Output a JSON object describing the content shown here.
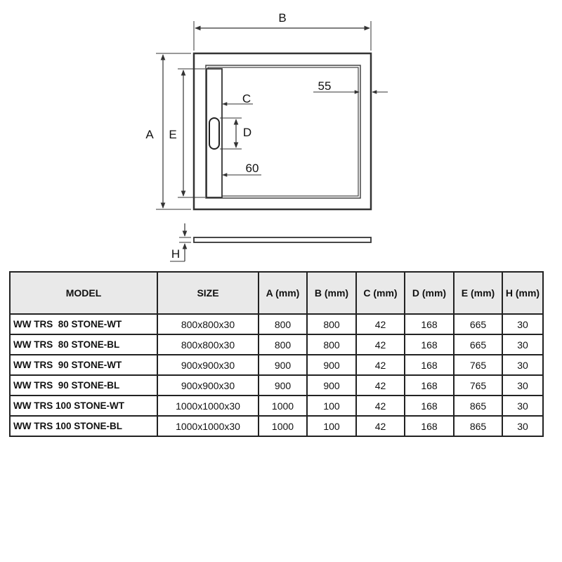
{
  "drawing": {
    "label_b": "B",
    "label_a": "A",
    "label_e": "E",
    "label_c": "C",
    "label_d": "D",
    "label_h": "H",
    "dim_55": "55",
    "dim_60": "60"
  },
  "table": {
    "headers": [
      "MODEL",
      "SIZE",
      "A (mm)",
      "B (mm)",
      "C (mm)",
      "D (mm)",
      "E (mm)",
      "H (mm)"
    ],
    "rows": [
      [
        "WW TRS  80 STONE-WT",
        "800x800x30",
        "800",
        "800",
        "42",
        "168",
        "665",
        "30"
      ],
      [
        "WW TRS  80 STONE-BL",
        "800x800x30",
        "800",
        "800",
        "42",
        "168",
        "665",
        "30"
      ],
      [
        "WW TRS  90 STONE-WT",
        "900x900x30",
        "900",
        "900",
        "42",
        "168",
        "765",
        "30"
      ],
      [
        "WW TRS  90 STONE-BL",
        "900x900x30",
        "900",
        "900",
        "42",
        "168",
        "765",
        "30"
      ],
      [
        "WW TRS 100 STONE-WT",
        "1000x1000x30",
        "1000",
        "100",
        "42",
        "168",
        "865",
        "30"
      ],
      [
        "WW TRS 100 STONE-BL",
        "1000x1000x30",
        "1000",
        "100",
        "42",
        "168",
        "865",
        "30"
      ]
    ]
  }
}
